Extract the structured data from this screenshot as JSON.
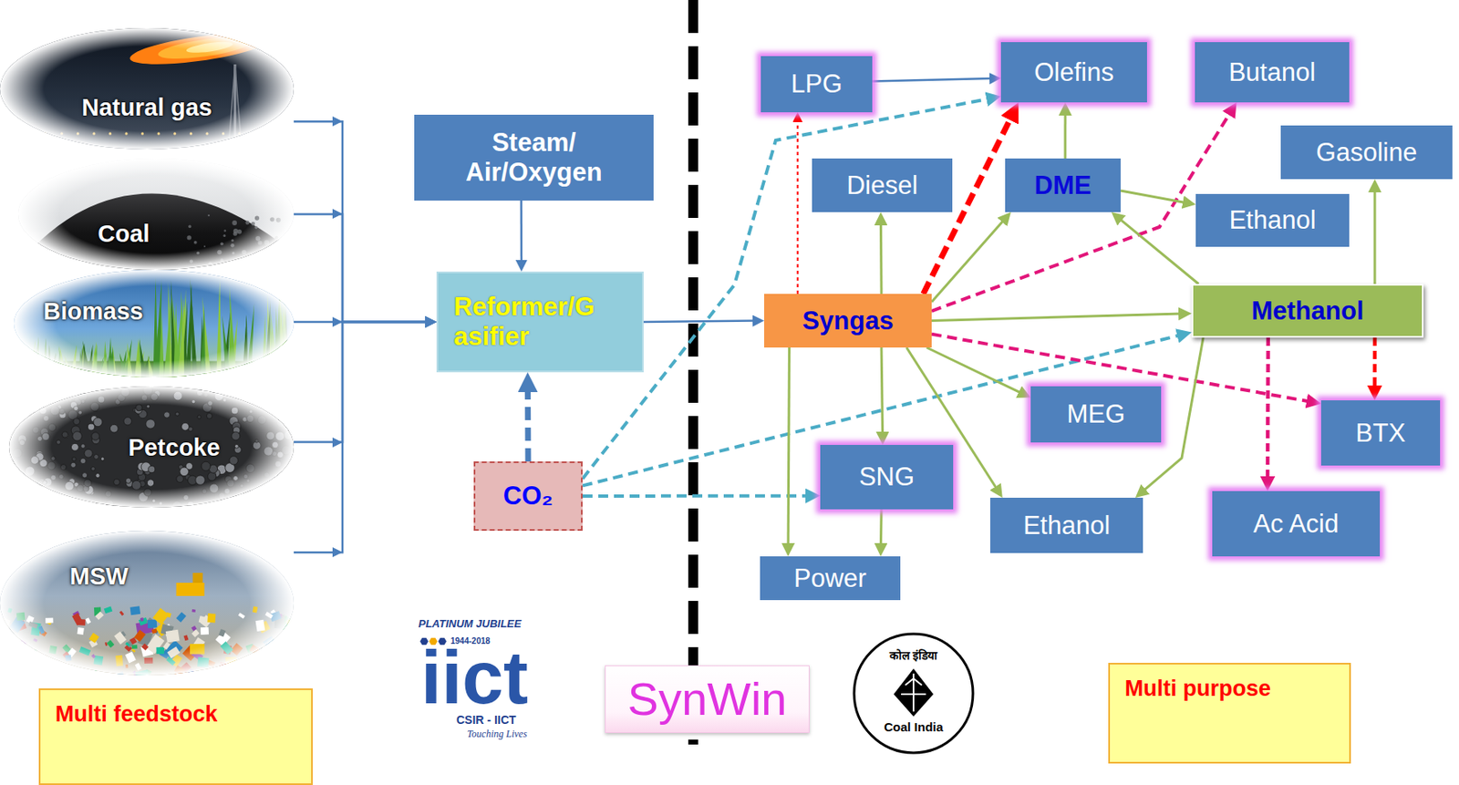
{
  "diagram": {
    "nodes": [
      {
        "text": [
          "Natural gas"
        ]
      },
      {
        "text": [
          "Coal"
        ]
      },
      {
        "text": [
          "Biomass"
        ]
      },
      {
        "text": [
          "Petcoke"
        ]
      },
      {
        "text": [
          "MSW"
        ]
      },
      {
        "text": [
          "Steam/ Air/Oxygen"
        ]
      },
      {
        "text": [
          "Reformer/G asifier"
        ]
      },
      {
        "text": [
          "CO₂"
        ]
      },
      {
        "text": [
          "LPG"
        ]
      },
      {
        "text": [
          "Olefins"
        ]
      },
      {
        "text": [
          "Butanol"
        ]
      },
      {
        "text": [
          "Diesel"
        ]
      },
      {
        "text": [
          "DME"
        ]
      },
      {
        "text": [
          "Gasoline"
        ]
      },
      {
        "text": [
          "Ethanol"
        ]
      },
      {
        "text": [
          "Syngas"
        ]
      },
      {
        "text": [
          "Methanol"
        ]
      },
      {
        "text": [
          "MEG"
        ]
      },
      {
        "text": [
          "BTX"
        ]
      },
      {
        "text": [
          "SNG"
        ]
      },
      {
        "text": [
          "Ethanol"
        ]
      },
      {
        "text": [
          "Ac Acid"
        ]
      },
      {
        "text": [
          "Power"
        ]
      },
      {
        "text": [
          "Multi feedstock"
        ]
      },
      {
        "text": [
          "SynWin"
        ]
      },
      {
        "text": [
          "Multi purpose"
        ]
      }
    ],
    "edges": [
      {
        "from": 0,
        "to": 6,
        "arrow": "to"
      },
      {
        "from": 1,
        "to": 6,
        "arrow": "to"
      },
      {
        "from": 2,
        "to": 6,
        "arrow": "to"
      },
      {
        "from": 3,
        "to": 6,
        "arrow": "to"
      },
      {
        "from": 4,
        "to": 6,
        "arrow": "to"
      },
      {
        "from": 5,
        "to": 6,
        "arrow": "to"
      },
      {
        "from": 7,
        "to": 6,
        "arrow": "to"
      },
      {
        "from": 6,
        "to": 15,
        "arrow": "to"
      },
      {
        "from": 7,
        "to": 9,
        "arrow": "to"
      },
      {
        "from": 7,
        "to": 16,
        "arrow": "to"
      },
      {
        "from": 7,
        "to": 19,
        "arrow": "to"
      },
      {
        "from": 15,
        "to": 8,
        "arrow": "to"
      },
      {
        "from": 15,
        "to": 11,
        "arrow": "to"
      },
      {
        "from": 15,
        "to": 9,
        "arrow": "to"
      },
      {
        "from": 15,
        "to": 12,
        "arrow": "to"
      },
      {
        "from": 15,
        "to": 10,
        "arrow": "to"
      },
      {
        "from": 15,
        "to": 16,
        "arrow": "to"
      },
      {
        "from": 15,
        "to": 18,
        "arrow": "to"
      },
      {
        "from": 15,
        "to": 17,
        "arrow": "to"
      },
      {
        "from": 15,
        "to": 20,
        "arrow": "to"
      },
      {
        "from": 15,
        "to": 19,
        "arrow": "to"
      },
      {
        "from": 15,
        "to": 22,
        "arrow": "to"
      },
      {
        "from": 19,
        "to": 22,
        "arrow": "to"
      },
      {
        "from": 8,
        "to": 9,
        "arrow": "to"
      },
      {
        "from": 12,
        "to": 9,
        "arrow": "to"
      },
      {
        "from": 12,
        "to": 14,
        "arrow": "to"
      },
      {
        "from": 16,
        "to": 12,
        "arrow": "to"
      },
      {
        "from": 16,
        "to": 13,
        "arrow": "to"
      },
      {
        "from": 16,
        "to": 20,
        "arrow": "to"
      },
      {
        "from": 16,
        "to": 21,
        "arrow": "to"
      },
      {
        "from": 16,
        "to": 18,
        "arrow": "to"
      }
    ],
    "labels": [
      "PLATINUM JUBILEE",
      "1944-2018",
      "iict",
      "CSIR - IICT",
      "Touching Lives",
      "कोल इंडिया",
      "Coal India"
    ]
  }
}
